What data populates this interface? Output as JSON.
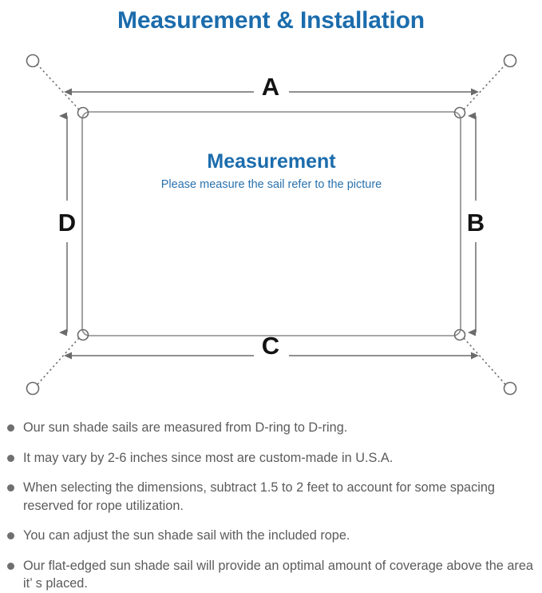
{
  "page": {
    "title": "Measurement & Installation",
    "title_color": "#1b6cac",
    "background": "#ffffff"
  },
  "diagram": {
    "name": "sun-shade-sail-measurement-diagram",
    "sail": {
      "heading": "Measurement",
      "subheading": "Please measure the sail refer to the picture",
      "heading_color": "#1b6cac",
      "subheading_color": "#2a72ad",
      "stroke_color": "#8a8a8a"
    },
    "dimension_labels": [
      {
        "id": "A",
        "text": "A",
        "position": "top",
        "orientation": "horizontal"
      },
      {
        "id": "B",
        "text": "B",
        "position": "right",
        "orientation": "vertical"
      },
      {
        "id": "C",
        "text": "C",
        "position": "bottom",
        "orientation": "horizontal"
      },
      {
        "id": "D",
        "text": "D",
        "position": "left",
        "orientation": "vertical"
      }
    ],
    "label_color": "#131313",
    "arrow_color": "#6b6b6b",
    "anchor_points": [
      {
        "id": "top-left",
        "style": "dotted-line-to-ring"
      },
      {
        "id": "top-right",
        "style": "dotted-line-to-ring"
      },
      {
        "id": "bottom-left",
        "style": "dotted-line-to-ring"
      },
      {
        "id": "bottom-right",
        "style": "dotted-line-to-ring"
      }
    ],
    "d_ring_count": 4
  },
  "notes": {
    "bullet_color": "#6f6f6f",
    "text_color": "#5b5b5b",
    "items": [
      "Our sun shade sails are measured from D-ring to D-ring.",
      "It may vary by 2-6 inches since most are custom-made in U.S.A.",
      "When selecting the dimensions, subtract 1.5 to 2 feet to account for some spacing reserved for rope utilization.",
      "You can adjust the sun shade sail with the included rope.",
      "Our flat-edged sun shade sail will provide an optimal amount of coverage above the area it’ s placed."
    ]
  }
}
